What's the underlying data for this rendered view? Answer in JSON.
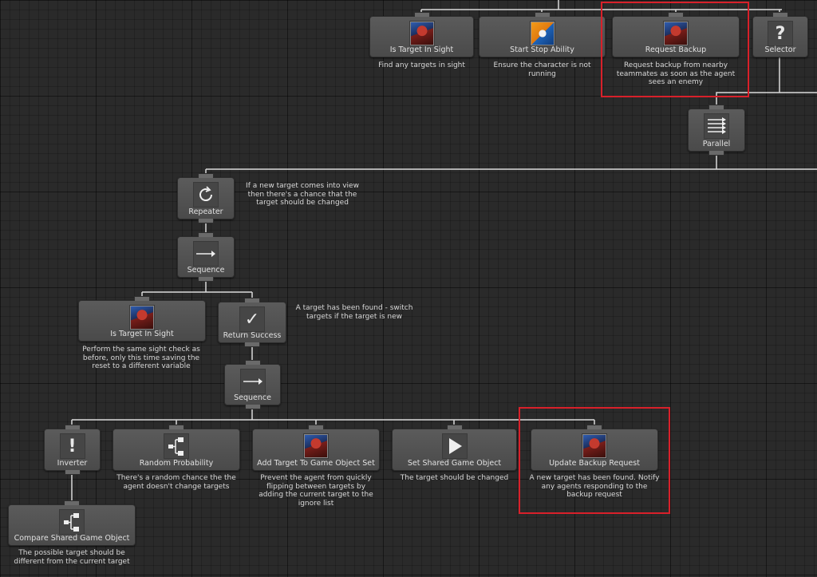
{
  "nodes": {
    "is_target_in_sight_top": {
      "label": "Is Target In Sight",
      "desc": "Find any targets in sight",
      "icon": "agent-portrait-icon"
    },
    "start_stop_ability": {
      "label": "Start Stop Ability",
      "desc": "Ensure the character is not running",
      "icon": "ability-portrait-icon"
    },
    "request_backup": {
      "label": "Request Backup",
      "desc": "Request backup from nearby teammates as soon as the agent sees an enemy",
      "icon": "agent-portrait-icon"
    },
    "selector": {
      "label": "Selector",
      "icon": "question-icon"
    },
    "parallel": {
      "label": "Parallel",
      "icon": "parallel-arrows-icon"
    },
    "repeater": {
      "label": "Repeater",
      "desc": "If a new target comes into view then there's a chance that the target should be changed",
      "icon": "repeat-icon"
    },
    "sequence_1": {
      "label": "Sequence",
      "icon": "sequence-arrow-icon"
    },
    "is_target_in_sight_2": {
      "label": "Is Target In Sight",
      "desc": "Perform the same sight check as before, only this time saving the reset to a different variable",
      "icon": "agent-portrait-icon"
    },
    "return_success": {
      "label": "Return Success",
      "desc": "A target has been found - switch targets if the target is new",
      "icon": "checkmark-icon"
    },
    "sequence_2": {
      "label": "Sequence",
      "icon": "sequence-arrow-icon"
    },
    "inverter": {
      "label": "Inverter",
      "icon": "exclamation-icon"
    },
    "random_probability": {
      "label": "Random Probability",
      "desc": "There's a random chance the the agent doesn't change targets",
      "icon": "conditional-icon"
    },
    "add_target": {
      "label": "Add Target To Game Object Set",
      "desc": "Prevent the agent from quickly flipping between targets by adding the current target to the ignore list",
      "icon": "agent-portrait-icon"
    },
    "set_shared_go": {
      "label": "Set Shared Game Object",
      "desc": "The target should be changed",
      "icon": "play-icon"
    },
    "update_backup": {
      "label": "Update Backup Request",
      "desc": "A new target has been found. Notify any agents responding to the backup request",
      "icon": "agent-portrait-icon"
    },
    "compare_shared_go": {
      "label": "Compare Shared Game Object",
      "desc": "The possible target should be different from the current target",
      "icon": "conditional-icon"
    }
  },
  "colors": {
    "highlight": "#d8202a",
    "link": "#d9d9d9",
    "background": "#2a2a2a"
  }
}
